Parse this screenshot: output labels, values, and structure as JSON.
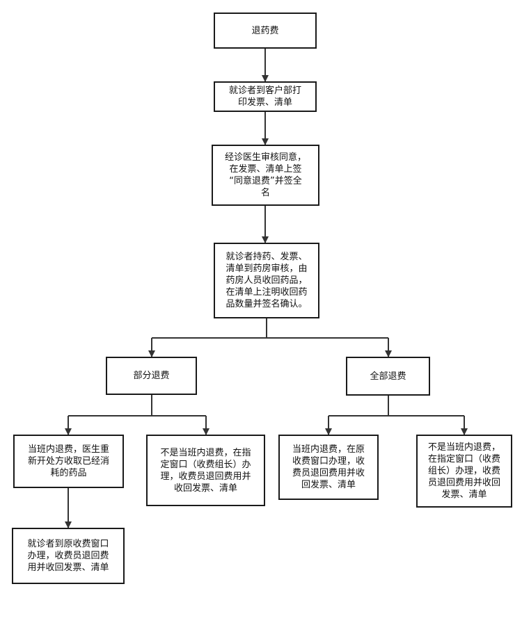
{
  "nodes": {
    "refund": "退药费",
    "print": "就诊者到客户部打\n印发票、清单",
    "approve": "经诊医生审核同意，\n在发票、清单上签\n“同意退费”并签全\n名",
    "pharmacy": "就诊者持药、发票、\n清单到药房审核，由\n药房人员收回药品，\n在清单上注明收回药\n品数量并签名确认。",
    "partial": "部分退费",
    "full": "全部退费",
    "partial_same_shift": "当班内退费，医生重\n新开处方收取已经消\n耗的药品",
    "partial_other_shift": "不是当班内退费，在指\n定窗口（收费组长）办\n理，收费员退回费用并\n收回发票、清单",
    "full_same_shift": "当班内退费，在原\n收费窗口办理，收\n费员退回费用并收\n回发票、清单",
    "full_other_shift": "不是当班内退费，\n在指定窗口（收费\n组长）办理，收费\n员退回费用并收回\n发票、清单",
    "partial_same_shift_next": "就诊者到原收费窗口\n办理，收费员退回费\n用并收回发票、清单"
  }
}
